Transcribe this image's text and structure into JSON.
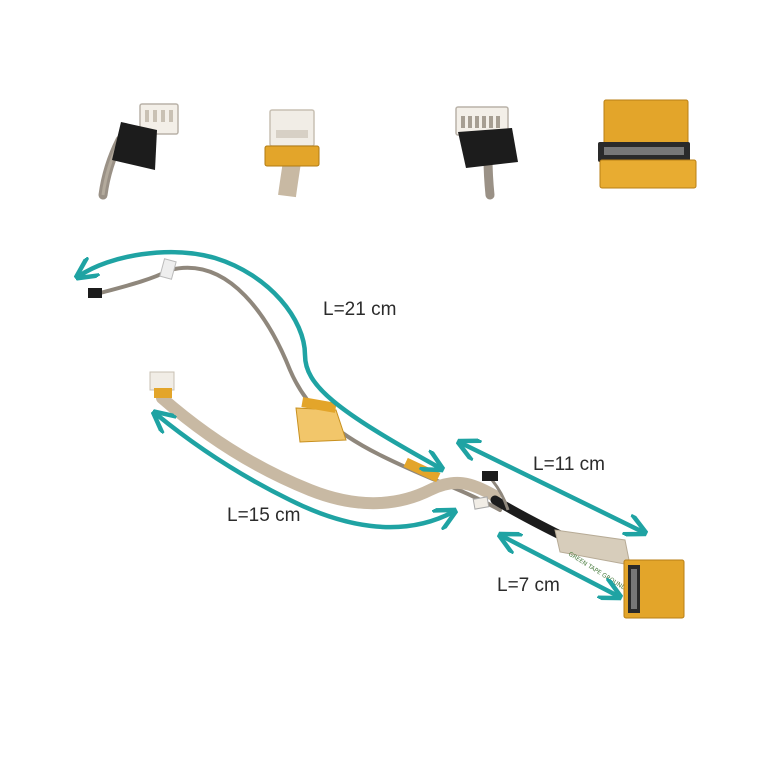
{
  "labels": {
    "cable_main": "L=21 cm",
    "cable_right": "L=11 cm",
    "cable_left": "L=15 cm",
    "cable_short": "L=7 cm",
    "tape_print": "GREEN TAPE GROUND"
  },
  "colors": {
    "arrow": "#1fa3a3",
    "cable_grey": "#9a9186",
    "cable_beige": "#c8b9a3",
    "connector_black": "#1c1c1c",
    "kapton": "#e3a52a",
    "connector_white": "#f1ede6"
  },
  "thumbnails": [
    {
      "name": "black-sleeved-4-pin-connector"
    },
    {
      "name": "white-connector-with-kapton-tape"
    },
    {
      "name": "black-sleeved-multi-pin-connector"
    },
    {
      "name": "lvds-connector-with-kapton-tape"
    }
  ]
}
